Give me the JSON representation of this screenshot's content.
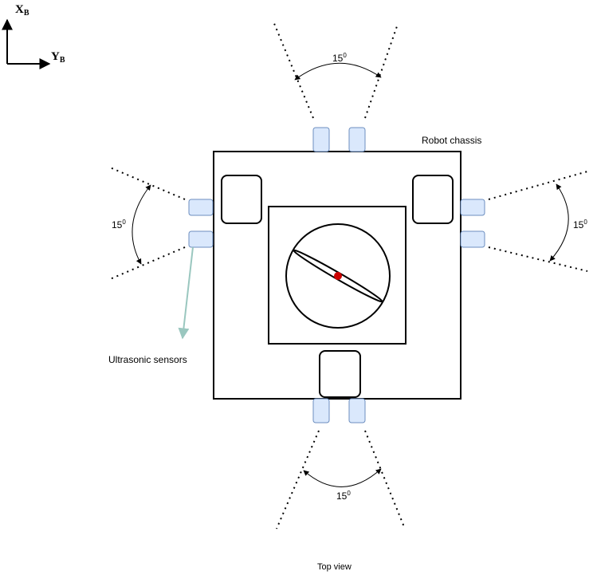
{
  "axes": {
    "x_main": "X",
    "x_sub": "B",
    "y_main": "Y",
    "y_sub": "B"
  },
  "labels": {
    "chassis": "Robot chassis",
    "sensors": "Ultrasonic sensors",
    "view": "Top view"
  },
  "angle": {
    "value": "15",
    "unit": "0"
  },
  "colors": {
    "sensor_fill": "#dae8fc",
    "sensor_stroke": "#6c8ebf",
    "center_dot": "#cc0000",
    "pointer_arrow": "#9ac7bf",
    "line": "#000000"
  }
}
